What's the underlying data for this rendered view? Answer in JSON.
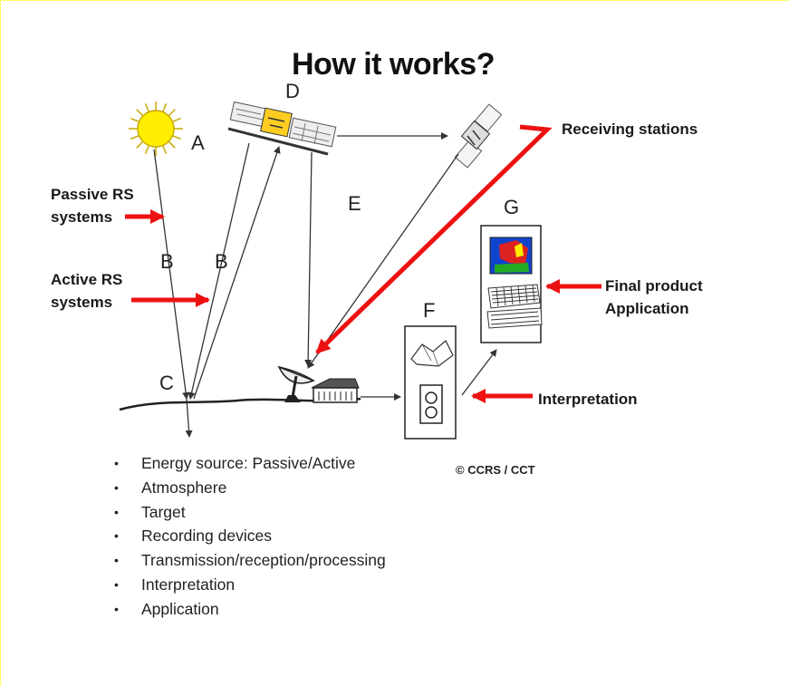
{
  "title": "How it works?",
  "letters": {
    "a": "A",
    "b_left": "B",
    "b_right": "B",
    "c": "C",
    "d": "D",
    "e": "E",
    "f": "F",
    "g": "G"
  },
  "labels": {
    "passive_line1": "Passive RS",
    "passive_line2": "systems",
    "active_line1": "Active RS",
    "active_line2": "systems",
    "receiving_stations": "Receiving stations",
    "final_product_line1": "Final product",
    "final_product_line2": "Application",
    "interpretation": "Interpretation"
  },
  "credit": "© CCRS / CCT",
  "bullet_items": [
    "Energy source: Passive/Active",
    "Atmosphere",
    "Target",
    "Recording devices",
    "Transmission/reception/processing",
    "Interpretation",
    "Application"
  ],
  "bullet_symbol": "•",
  "colors": {
    "frame": "#ffff66",
    "arrow_red": "#ee1111",
    "sun": "#ffee00",
    "screen_blue": "#1144cc",
    "screen_red": "#dd2222",
    "screen_green": "#22aa22"
  },
  "icons": [
    "sun-icon",
    "satellite-icon",
    "relay-satellite-icon",
    "dish-antenna-icon",
    "ground-station-icon",
    "processing-device-icon",
    "computer-workstation-icon"
  ]
}
